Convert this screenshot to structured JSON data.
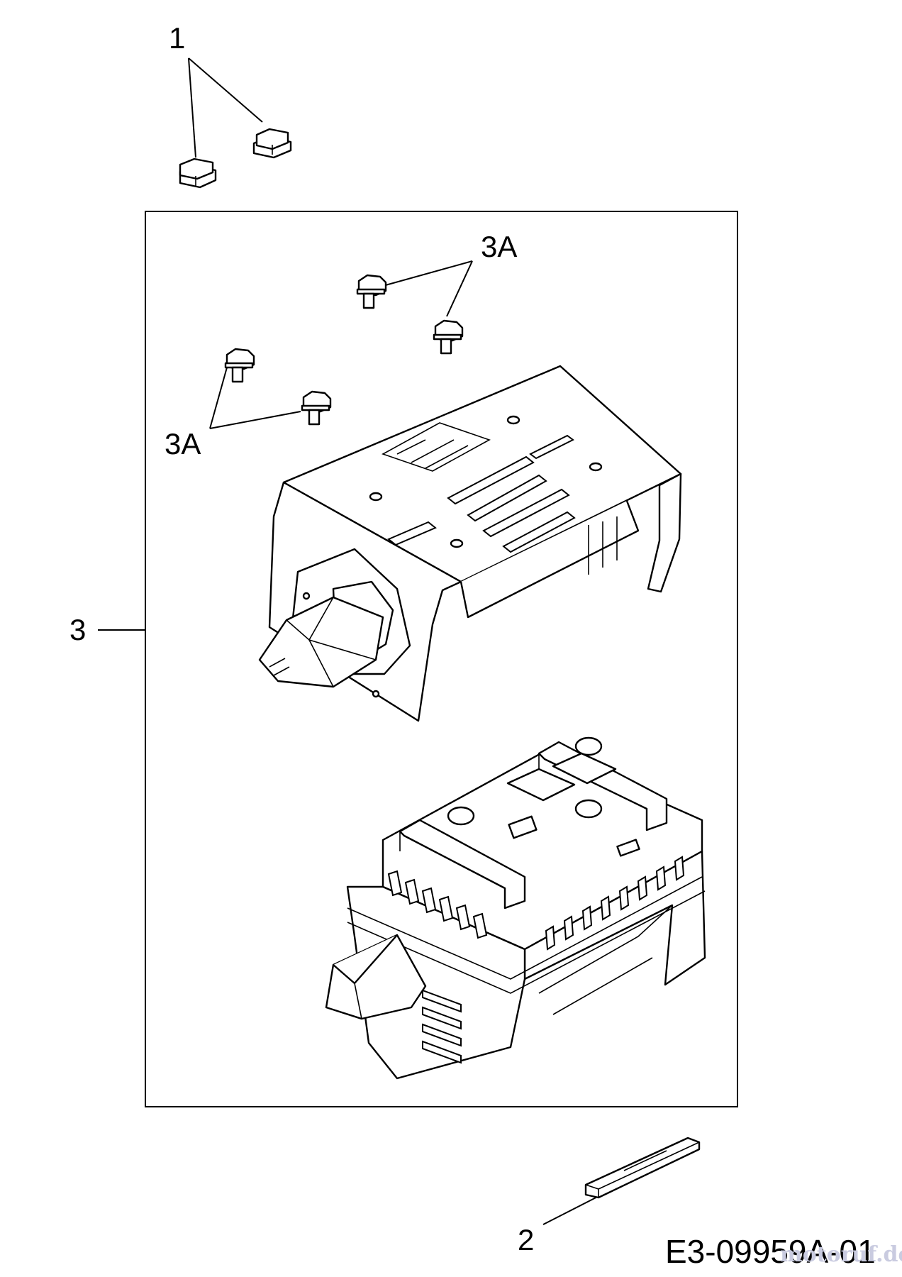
{
  "callouts": {
    "nuts": "1",
    "gasket": "2",
    "muffler_assembly": "3",
    "bolts_upper": "3A",
    "bolts_lower": "3A"
  },
  "drawing_code": "E3-09959A-01",
  "watermark": "motoruf.de",
  "icons": [
    "hex-nut-icon",
    "flange-bolt-icon",
    "heat-shield-icon",
    "muffler-icon",
    "gasket-icon"
  ]
}
